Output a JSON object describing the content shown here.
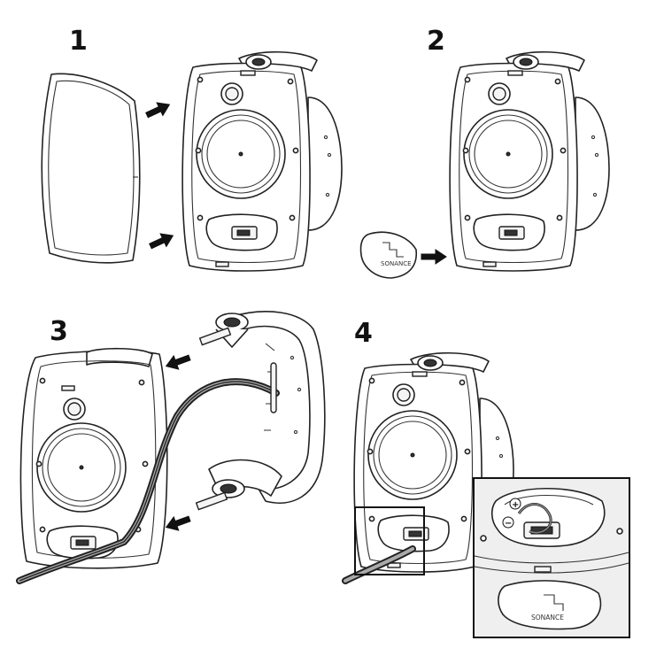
{
  "steps": [
    {
      "number": "1"
    },
    {
      "number": "2"
    },
    {
      "number": "3"
    },
    {
      "number": "4"
    }
  ],
  "brand": "SONANCE",
  "terminals": {
    "positive": "+",
    "negative": "−"
  }
}
